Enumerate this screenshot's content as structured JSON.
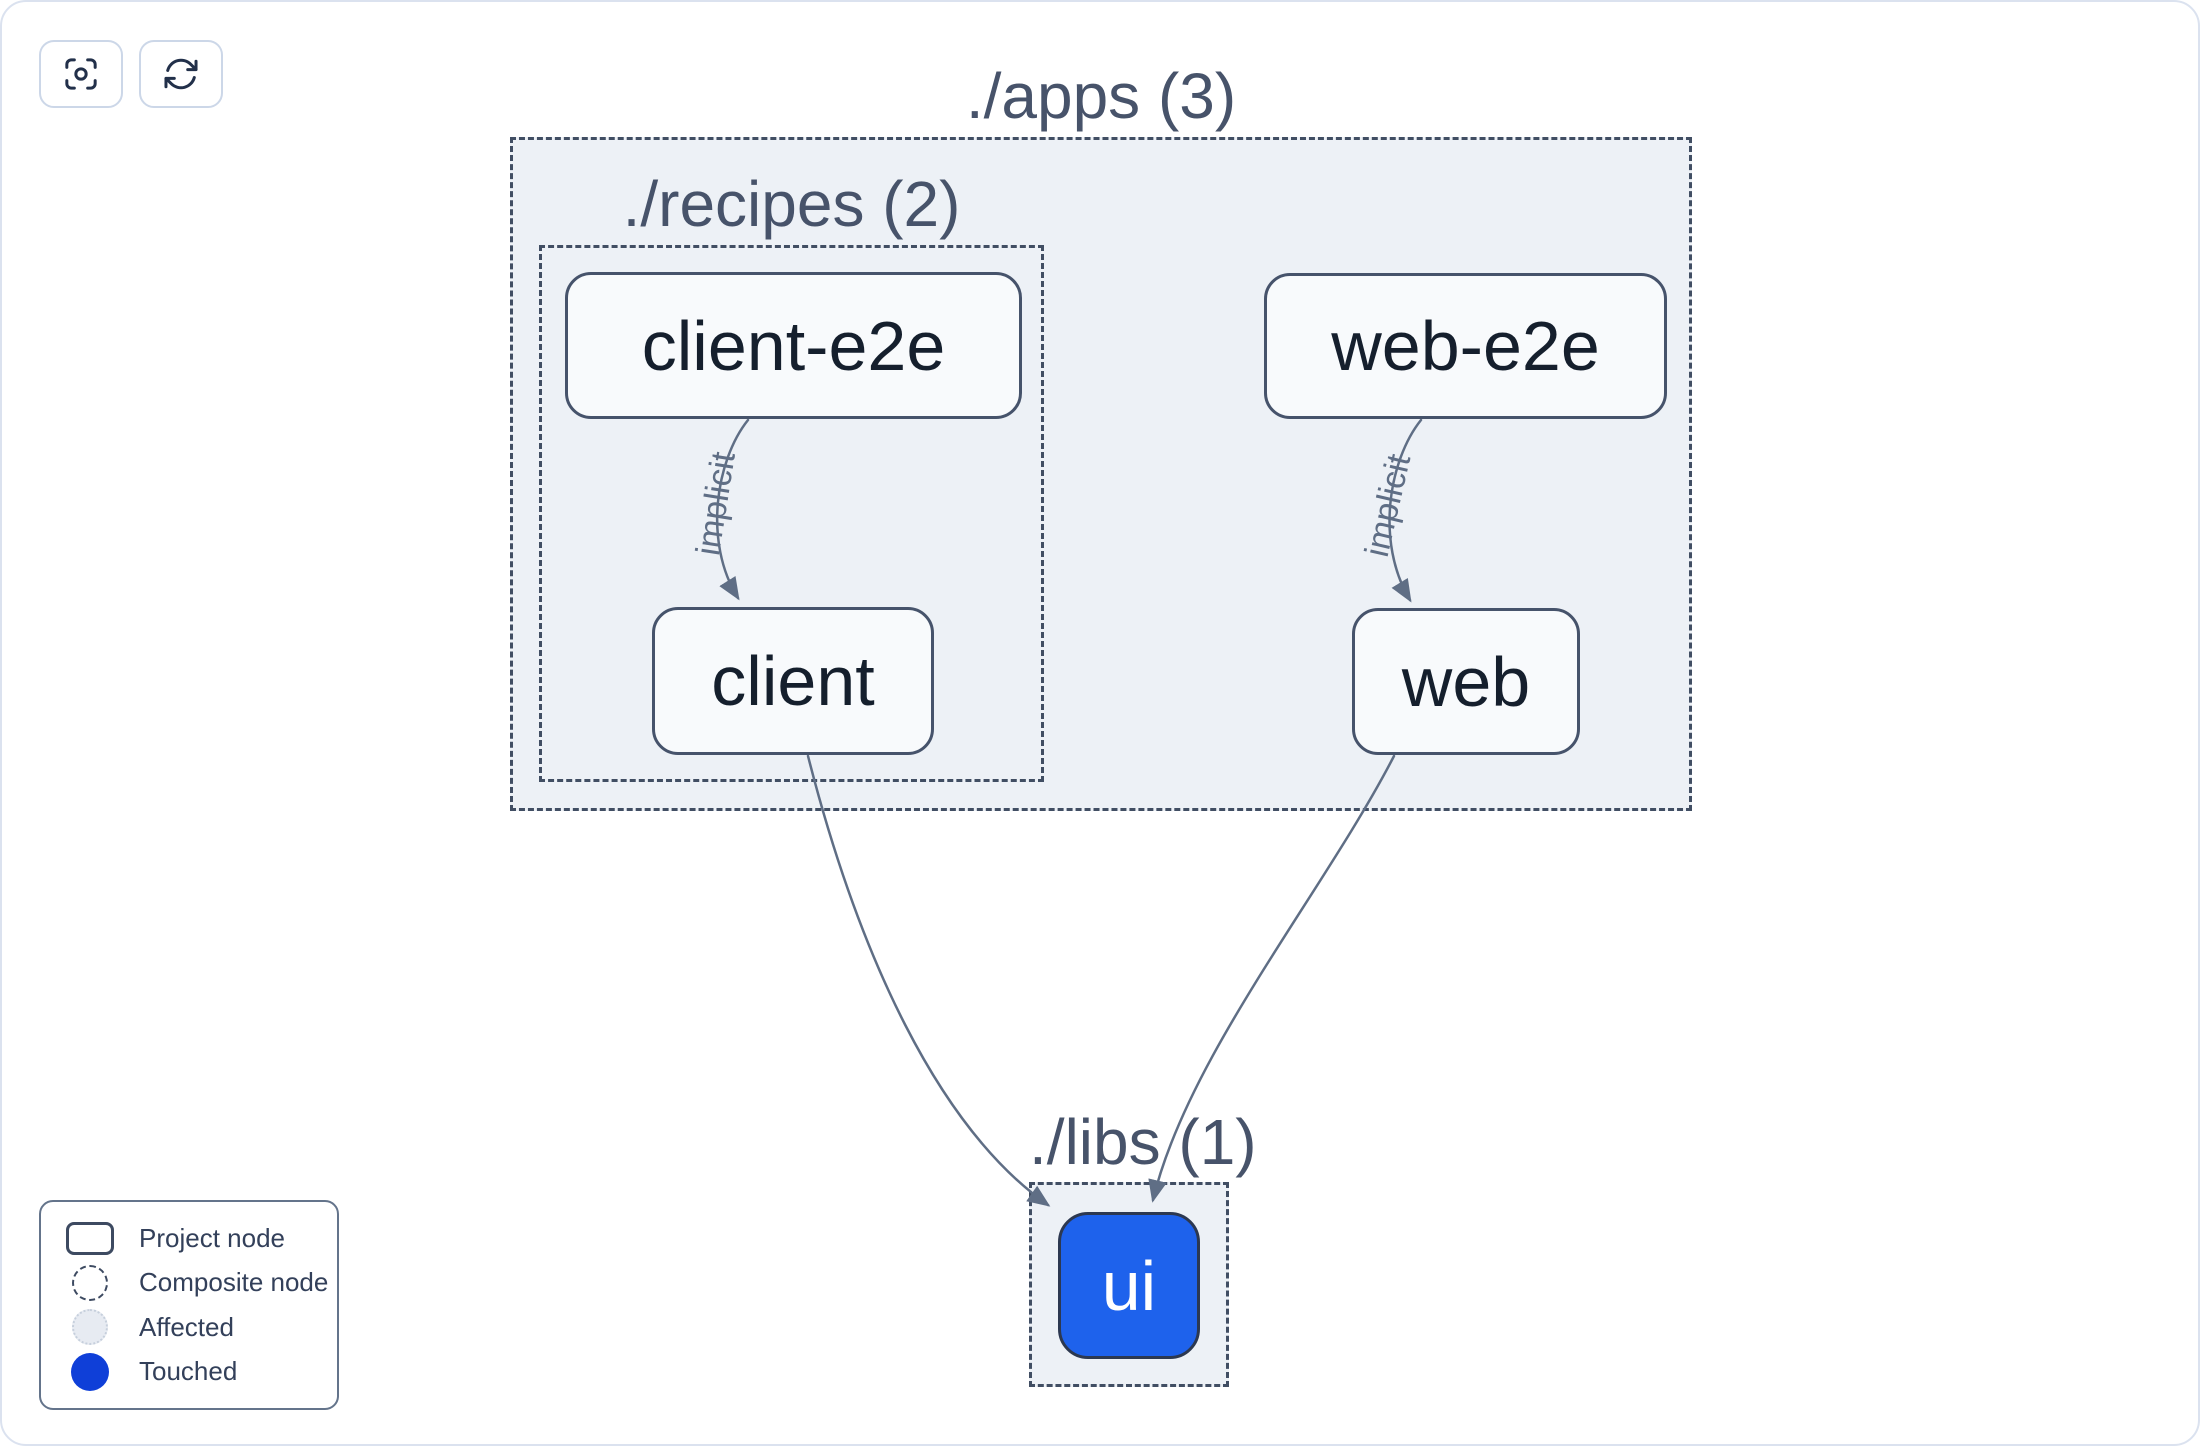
{
  "toolbar": {
    "focus_button": {
      "icon": "viewfinder-icon"
    },
    "refresh_button": {
      "icon": "refresh-icon"
    }
  },
  "graph": {
    "groups": [
      {
        "id": "apps",
        "label": "./apps (3)"
      },
      {
        "id": "recipes",
        "label": "./recipes (2)"
      },
      {
        "id": "libs",
        "label": "./libs (1)"
      }
    ],
    "nodes": [
      {
        "id": "client-e2e",
        "label": "client-e2e",
        "group": "recipes",
        "state": "default"
      },
      {
        "id": "client",
        "label": "client",
        "group": "recipes",
        "state": "default"
      },
      {
        "id": "web-e2e",
        "label": "web-e2e",
        "group": "apps",
        "state": "default"
      },
      {
        "id": "web",
        "label": "web",
        "group": "apps",
        "state": "default"
      },
      {
        "id": "ui",
        "label": "ui",
        "group": "libs",
        "state": "touched"
      }
    ],
    "edges": [
      {
        "source": "client-e2e",
        "target": "client",
        "label": "implicit"
      },
      {
        "source": "web-e2e",
        "target": "web",
        "label": "implicit"
      },
      {
        "source": "client",
        "target": "ui",
        "label": ""
      },
      {
        "source": "web",
        "target": "ui",
        "label": ""
      }
    ]
  },
  "legend": {
    "items": [
      {
        "id": "project-node",
        "label": "Project node"
      },
      {
        "id": "composite-node",
        "label": "Composite node"
      },
      {
        "id": "affected",
        "label": "Affected"
      },
      {
        "id": "touched",
        "label": "Touched"
      }
    ]
  },
  "colors": {
    "touched_node_fill": "#1e62ec",
    "touched_swatch_fill": "#0f3fd8",
    "group_fill": "#edf1f6",
    "group_border": "#414e63",
    "node_fill": "#f8fafc",
    "node_border": "#46536b",
    "node_text": "#151f2d",
    "group_label_text": "#47536a",
    "edge_stroke": "#5f6e85",
    "canvas_border": "#dbe2ef",
    "legend_border": "#64748b",
    "legend_text": "#33405a"
  }
}
